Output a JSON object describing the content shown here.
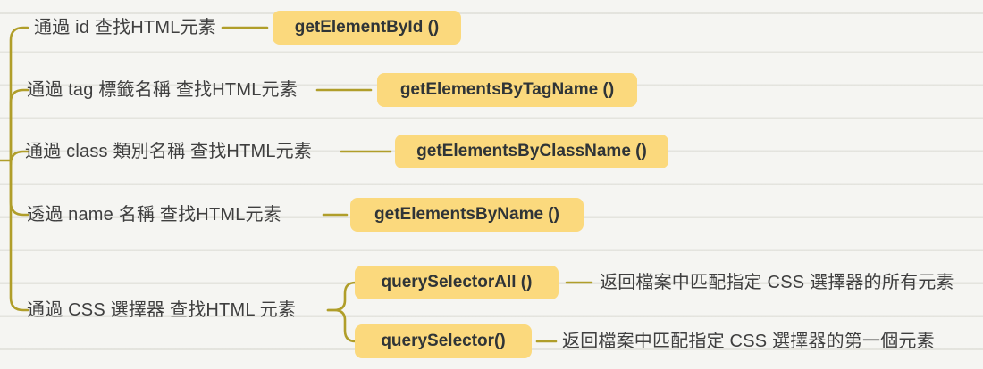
{
  "diagram": {
    "kind": "mindmap",
    "subject": "finding HTML elements in the DOM"
  },
  "colors": {
    "background": "#f5f5f2",
    "paper_line": "#d5d5cd",
    "branch_line": "#b09e2a",
    "node_fill": "#fbd97d",
    "node_text": "#2f3437",
    "topic_text": "#3f3f3f"
  },
  "branches": [
    {
      "topic": "通過 id 查找HTML元素",
      "method": "getElementById ()"
    },
    {
      "topic": "通過 tag 標籤名稱 查找HTML元素",
      "method": "getElementsByTagName ()"
    },
    {
      "topic": "通過 class 類別名稱 查找HTML元素",
      "method": "getElementsByClassName ()"
    },
    {
      "topic": "透過 name 名稱 查找HTML元素",
      "method": "getElementsByName ()"
    },
    {
      "topic": "通過 CSS 選擇器 查找HTML 元素",
      "children": [
        {
          "method": "querySelectorAll ()",
          "description": "返回檔案中匹配指定 CSS 選擇器的所有元素"
        },
        {
          "method": "querySelector()",
          "description": "返回檔案中匹配指定 CSS 選擇器的第一個元素"
        }
      ]
    }
  ]
}
